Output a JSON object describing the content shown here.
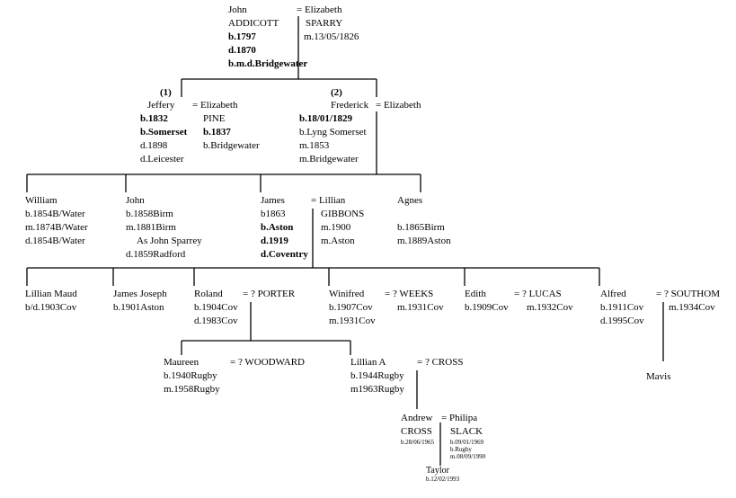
{
  "gen1": {
    "husband": [
      "John",
      "ADDICOTT",
      "b.1797",
      "d.1870",
      "b.m.d.Bridgewater"
    ],
    "wife": [
      "= Elizabeth",
      "SPARRY",
      "m.13/05/1826"
    ]
  },
  "gen2": {
    "jeffery": {
      "marker": "(1)",
      "husband": [
        "Jeffery",
        "b.1832",
        "b.Somerset",
        "d.1898",
        "d.Leicester"
      ],
      "wife": [
        "= Elizabeth",
        "PINE",
        "b.1837",
        "b.Bridgewater"
      ]
    },
    "frederick": {
      "marker": "(2)",
      "husband": [
        "Frederick",
        "b.18/01/1829",
        "b.Lyng Somerset",
        "m.1853",
        "m.Bridgewater"
      ],
      "wife": [
        "= Elizabeth"
      ]
    }
  },
  "gen3": {
    "william": [
      "William",
      "b.1854B/Water",
      "m.1874B/Water",
      "d.1854B/Water"
    ],
    "john": [
      "John",
      "b.1858Birm",
      "m.1881Birm",
      "As John Sparrey",
      "d.1859Radford"
    ],
    "james": [
      "James",
      "b1863",
      "b.Aston",
      "d.1919",
      "d.Coventry"
    ],
    "lillian_wife": [
      "= Lillian",
      "GIBBONS",
      "m.1900",
      "m.Aston"
    ],
    "agnes": [
      "Agnes",
      "b.1865Birm",
      "m.1889Aston"
    ]
  },
  "gen4": {
    "lillian_maud": [
      "Lillian Maud",
      "b/d.1903Cov"
    ],
    "james_joseph": [
      "James Joseph",
      "b.1901Aston"
    ],
    "roland": [
      "Roland",
      "b.1904Cov",
      "d.1983Cov"
    ],
    "roland_wife": [
      "= ? PORTER"
    ],
    "winifred": [
      "Winifred",
      "b.1907Cov",
      "m.1931Cov"
    ],
    "winifred_spouse": [
      "= ? WEEKS",
      "m.1931Cov"
    ],
    "edith": [
      "Edith",
      "b.1909Cov"
    ],
    "edith_spouse": [
      "= ? LUCAS",
      "m.1932Cov"
    ],
    "alfred": [
      "Alfred",
      "b.1911Cov",
      "d.1995Cov"
    ],
    "alfred_wife": [
      "= ? SOUTHOM",
      "m.1934Cov"
    ]
  },
  "gen5": {
    "maureen": [
      "Maureen",
      "b.1940Rugby",
      "m.1958Rugby"
    ],
    "maureen_spouse": [
      "= ? WOODWARD"
    ],
    "lillian_a": [
      "Lillian A",
      "b.1944Rugby",
      "m1963Rugby"
    ],
    "lillian_a_spouse": [
      "= ? CROSS"
    ],
    "mavis": [
      "Mavis"
    ]
  },
  "gen6": {
    "andrew": [
      "Andrew",
      "CROSS",
      "b.28/06/1965"
    ],
    "philipa": [
      "= Philipa",
      "SLACK",
      "b.09/01/1969",
      "b.Rugby",
      "m.08/09/1990"
    ]
  },
  "gen7": {
    "taylor": [
      "Taylor",
      "b.12/02/1993"
    ]
  }
}
